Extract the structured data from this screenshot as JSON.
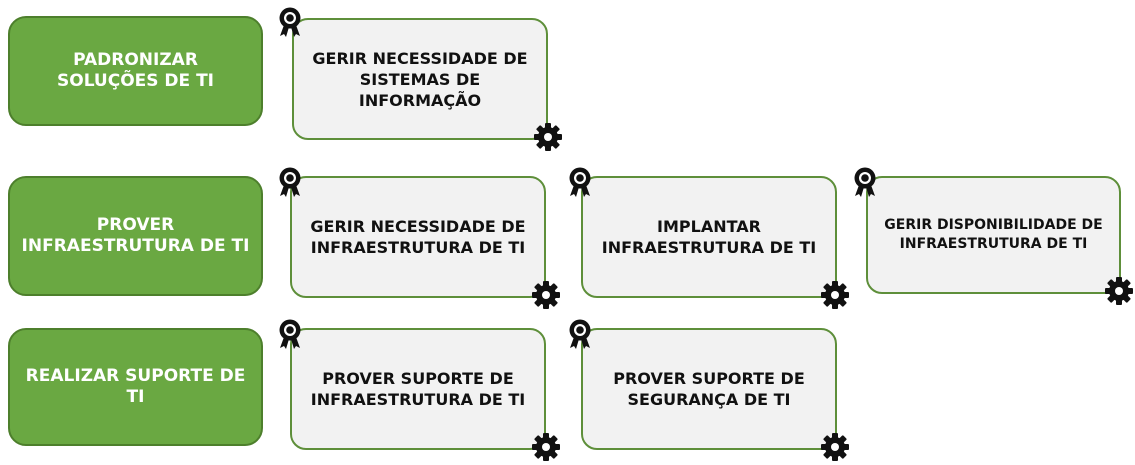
{
  "rows": [
    {
      "group": "PADRONIZAR SOLUÇÕES DE TI",
      "processes": [
        "GERIR NECESSIDADE DE SISTEMAS DE INFORMAÇÃO"
      ]
    },
    {
      "group": "PROVER INFRAESTRUTURA DE TI",
      "processes": [
        "GERIR NECESSIDADE DE INFRAESTRUTURA DE TI",
        "IMPLANTAR INFRAESTRUTURA DE TI",
        "GERIR DISPONIBILIDADE DE INFRAESTRUTURA DE TI"
      ]
    },
    {
      "group": "REALIZAR SUPORTE DE TI",
      "processes": [
        "PROVER SUPORTE DE INFRAESTRUTURA DE TI",
        "PROVER SUPORTE DE SEGURANÇA DE TI"
      ]
    }
  ],
  "icons": {
    "badge": "award-ribbon-icon",
    "gear": "gear-icon"
  },
  "colors": {
    "group_fill": "#6aa842",
    "group_border": "#4d7f2c",
    "process_fill": "#f2f2f2",
    "process_border": "#5e8f3a",
    "icon": "#111111"
  }
}
